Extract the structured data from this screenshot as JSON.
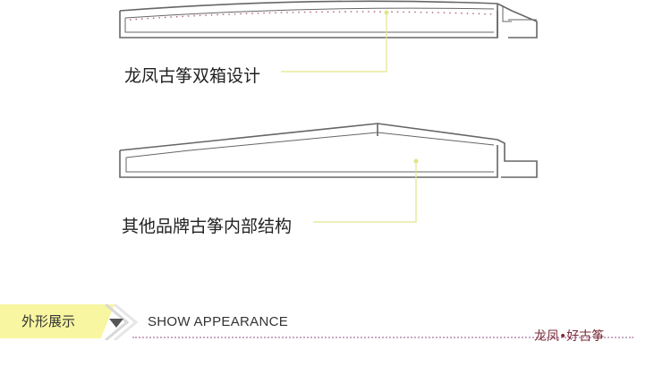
{
  "diagram": {
    "caption_top": "龙凤古筝双箱设计",
    "caption_bottom": "其他品牌古筝内部结构"
  },
  "section_header": {
    "tag_label": "外形展示",
    "title": "SHOW APPEARANCE",
    "brand": "龙凤•好古筝"
  },
  "colors": {
    "accent_yellow": "#f8f6a0",
    "leader_line": "#e2e58a",
    "outline": "#666666",
    "dots": "#c9a8c5",
    "brand_text": "#7b2c3a"
  }
}
